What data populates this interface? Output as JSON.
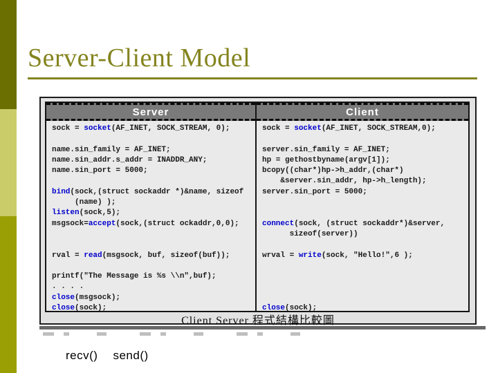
{
  "slide": {
    "title": "Server-Client Model",
    "recv_label": "recv()",
    "send_label": "send()"
  },
  "colors": {
    "accent_olive": "#84841f",
    "sidebar_dark": "#6b6e00",
    "sidebar_light": "#c9cc69",
    "sidebar_medium": "#9aa004",
    "keyword_blue": "#0000cc",
    "header_gray": "#7a7a7a"
  },
  "diagram": {
    "caption": "Client Server 程式結構比較圖",
    "panels": [
      {
        "header": "Server",
        "lines": [
          [
            {
              "t": "sock = "
            },
            {
              "t": "socket",
              "k": 1
            },
            {
              "t": "(AF_INET, SOCK_STREAM, 0);"
            }
          ],
          [],
          [
            {
              "t": "name.sin_family = AF_INET;"
            }
          ],
          [
            {
              "t": "name.sin_addr.s_addr = INADDR_ANY;"
            }
          ],
          [
            {
              "t": "name.sin_port = 5000;"
            }
          ],
          [],
          [
            {
              "t": "bind",
              "k": 1
            },
            {
              "t": "(sock,(struct sockaddr *)&name, sizeof"
            }
          ],
          [
            {
              "t": "     (name) );"
            }
          ],
          [
            {
              "t": "listen",
              "k": 1
            },
            {
              "t": "(sock,5);"
            }
          ],
          [
            {
              "t": "msgsock="
            },
            {
              "t": "accept",
              "k": 1
            },
            {
              "t": "(sock,(struct ockaddr,0,0);"
            }
          ],
          [],
          [],
          [
            {
              "t": "rval = "
            },
            {
              "t": "read",
              "k": 1
            },
            {
              "t": "(msgsock, buf, sizeof(buf));"
            }
          ],
          [],
          [
            {
              "t": "printf(\"The Message is %s \\\\n\",buf);"
            }
          ],
          [
            {
              "t": ". . . ."
            }
          ],
          [
            {
              "t": "close",
              "k": 1
            },
            {
              "t": "(msgsock);"
            }
          ],
          [
            {
              "t": "close",
              "k": 1
            },
            {
              "t": "(sock);"
            }
          ]
        ]
      },
      {
        "header": "Client",
        "lines": [
          [
            {
              "t": "sock = "
            },
            {
              "t": "socket",
              "k": 1
            },
            {
              "t": "(AF_INET, SOCK_STREAM,0);"
            }
          ],
          [],
          [
            {
              "t": "server.sin_family = AF_INET;"
            }
          ],
          [
            {
              "t": "hp = gethostbyname(argv[1]);"
            }
          ],
          [
            {
              "t": "bcopy((char*)hp->h_addr,(char*)"
            }
          ],
          [
            {
              "t": "    &server.sin_addr, hp->h_length);"
            }
          ],
          [
            {
              "t": "server.sin_port = 5000;"
            }
          ],
          [],
          [],
          [
            {
              "t": "connect",
              "k": 1
            },
            {
              "t": "(sock, (struct sockaddr*)&server,"
            }
          ],
          [
            {
              "t": "      sizeof(server))"
            }
          ],
          [],
          [
            {
              "t": "wrval = "
            },
            {
              "t": "write",
              "k": 1
            },
            {
              "t": "(sock, \"Hello!\",6 );"
            }
          ],
          [],
          [],
          [],
          [],
          [
            {
              "t": "close",
              "k": 1
            },
            {
              "t": "(sock);"
            }
          ]
        ]
      }
    ]
  }
}
